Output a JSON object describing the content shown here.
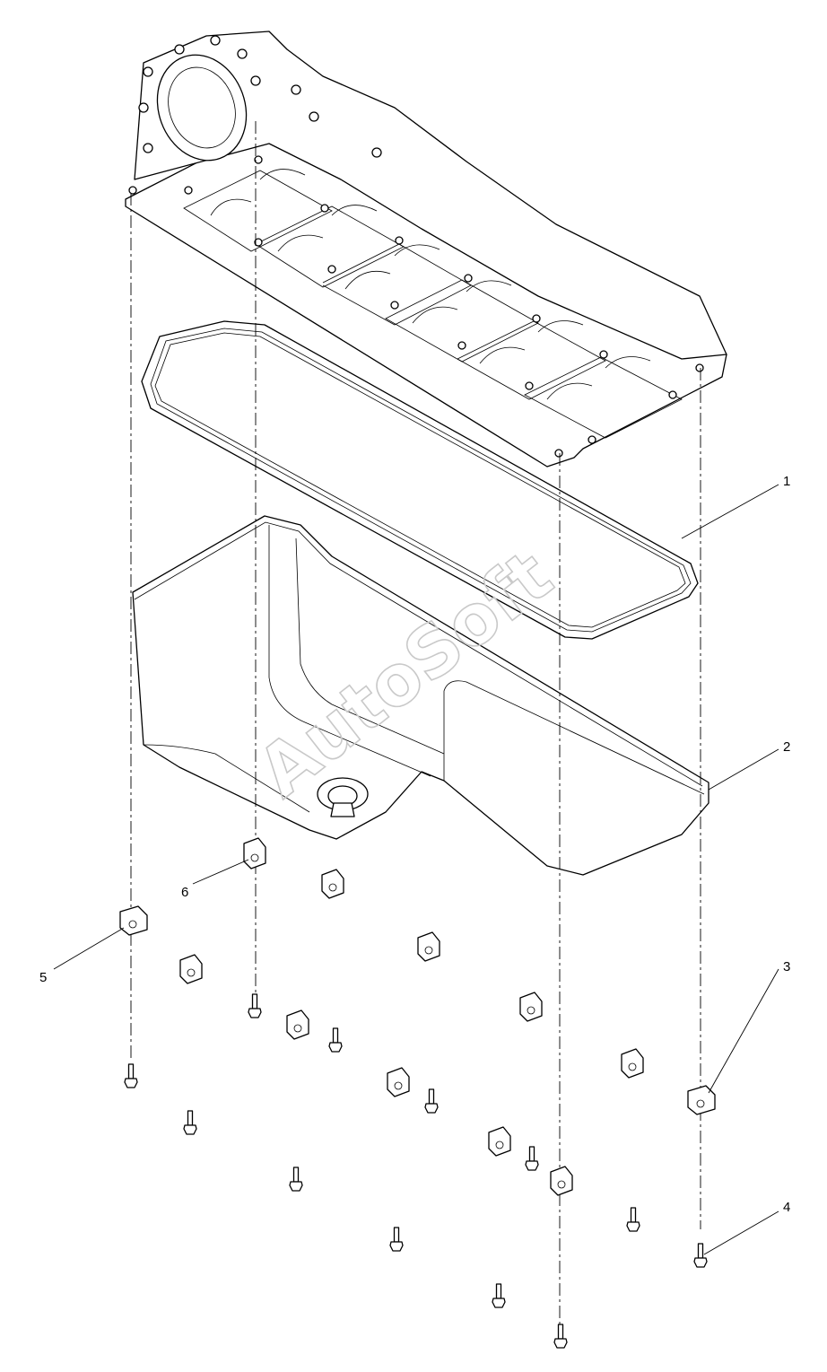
{
  "callouts": [
    {
      "id": "gasket",
      "label": "1"
    },
    {
      "id": "oil-pan",
      "label": "2"
    },
    {
      "id": "spacer-right",
      "label": "3"
    },
    {
      "id": "bolt-right",
      "label": "4"
    },
    {
      "id": "spacer-left",
      "label": "5"
    },
    {
      "id": "spacer-upper",
      "label": "6"
    }
  ],
  "watermark": "AutoSoft",
  "colors": {
    "line": "#000000",
    "background": "#ffffff",
    "watermark": "#c9c9c9"
  }
}
